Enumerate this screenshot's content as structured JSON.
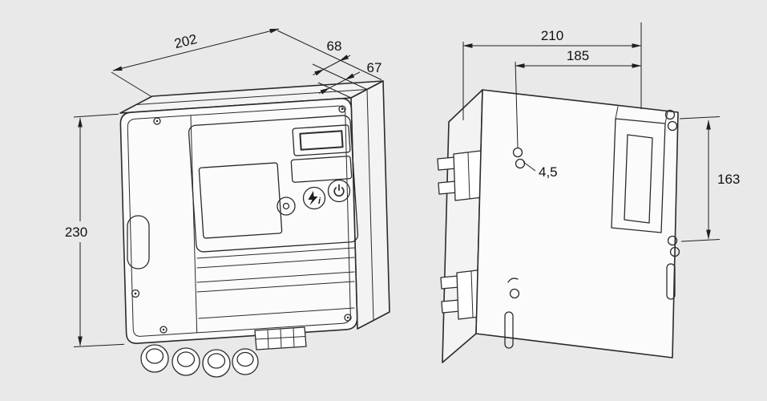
{
  "page": {
    "background_color": "#e9e9e9",
    "line_color": "#2b2b2b"
  },
  "front_view": {
    "dims": {
      "width": "202",
      "housing_depth": "68",
      "door_depth": "67",
      "height": "230"
    },
    "panel_icons": [
      "status-led-icon",
      "reset-info-button-icon",
      "power-button-icon"
    ]
  },
  "rear_view": {
    "dims": {
      "overall_width": "210",
      "mounting_width": "185",
      "hole_diameter": "4,5",
      "mounting_height": "163"
    }
  }
}
